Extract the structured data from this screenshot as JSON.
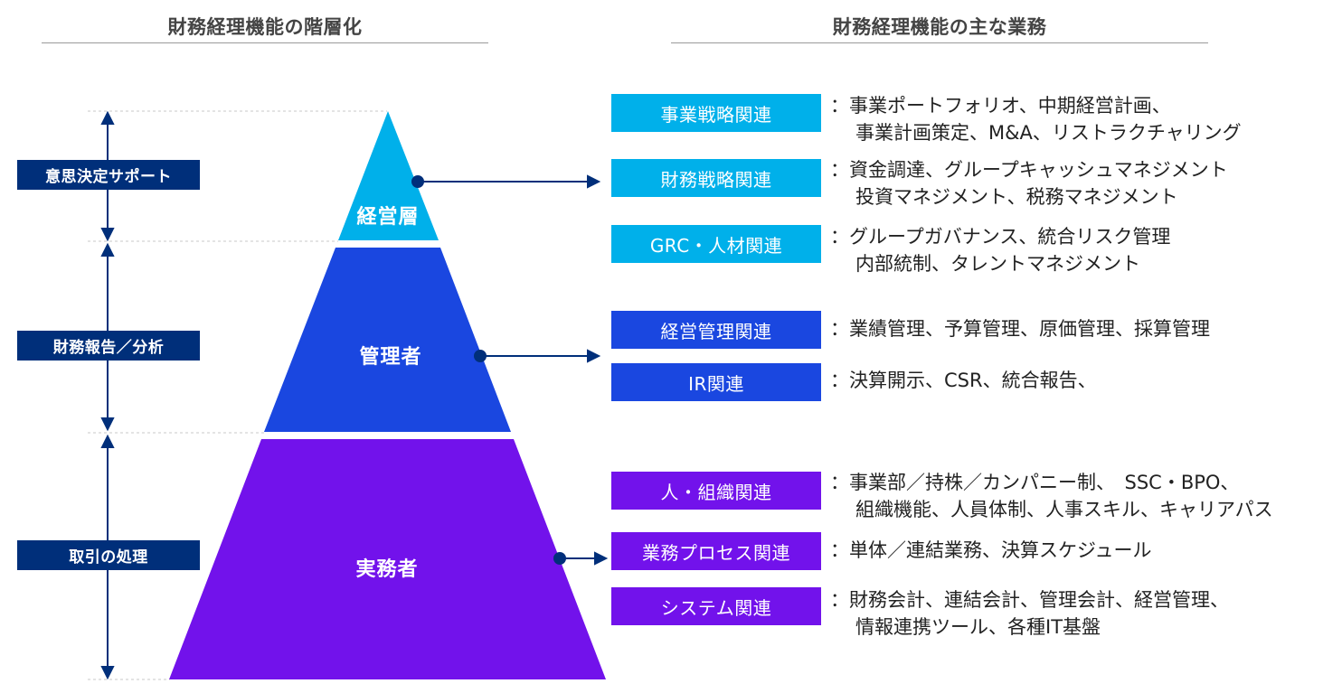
{
  "left_heading": "財務経理機能の階層化",
  "right_heading": "財務経理機能の主な業務",
  "side_labels": [
    "意思決定サポート",
    "財務報告／分析",
    "取引の処理"
  ],
  "tiers": [
    "経営層",
    "管理者",
    "実務者"
  ],
  "colors": {
    "executive": "#00b0ea",
    "manager": "#1a47e0",
    "operational": "#7212eb",
    "side_label_bg": "#002f7a",
    "arrow": "#002f7a"
  },
  "categories": [
    {
      "label": "事業戦略関連",
      "desc1": "：事業ポートフォリオ、中期経営計画、",
      "desc2": "事業計画策定、M&A、リストラクチャリング"
    },
    {
      "label": "財務戦略関連",
      "desc1": "：資金調達、グループキャッシュマネジメント",
      "desc2": "投資マネジメント、税務マネジメント"
    },
    {
      "label": "GRC・人材関連",
      "desc1": "：グループガバナンス、統合リスク管理",
      "desc2": "内部統制、タレントマネジメント"
    },
    {
      "label": "経営管理関連",
      "desc1": "：業績管理、予算管理、原価管理、採算管理",
      "desc2": ""
    },
    {
      "label": "IR関連",
      "desc1": "：決算開示、CSR、統合報告、",
      "desc2": ""
    },
    {
      "label": "人・組織関連",
      "desc1": "：事業部／持株／カンパニー制、　SSC・BPO、",
      "desc2": "組織機能、人員体制、人事スキル、キャリアパス"
    },
    {
      "label": "業務プロセス関連",
      "desc1": "：単体／連結業務、決算スケジュール",
      "desc2": ""
    },
    {
      "label": "システム関連",
      "desc1": "：財務会計、連結会計、管理会計、経営管理、",
      "desc2": "情報連携ツール、各種IT基盤"
    }
  ]
}
